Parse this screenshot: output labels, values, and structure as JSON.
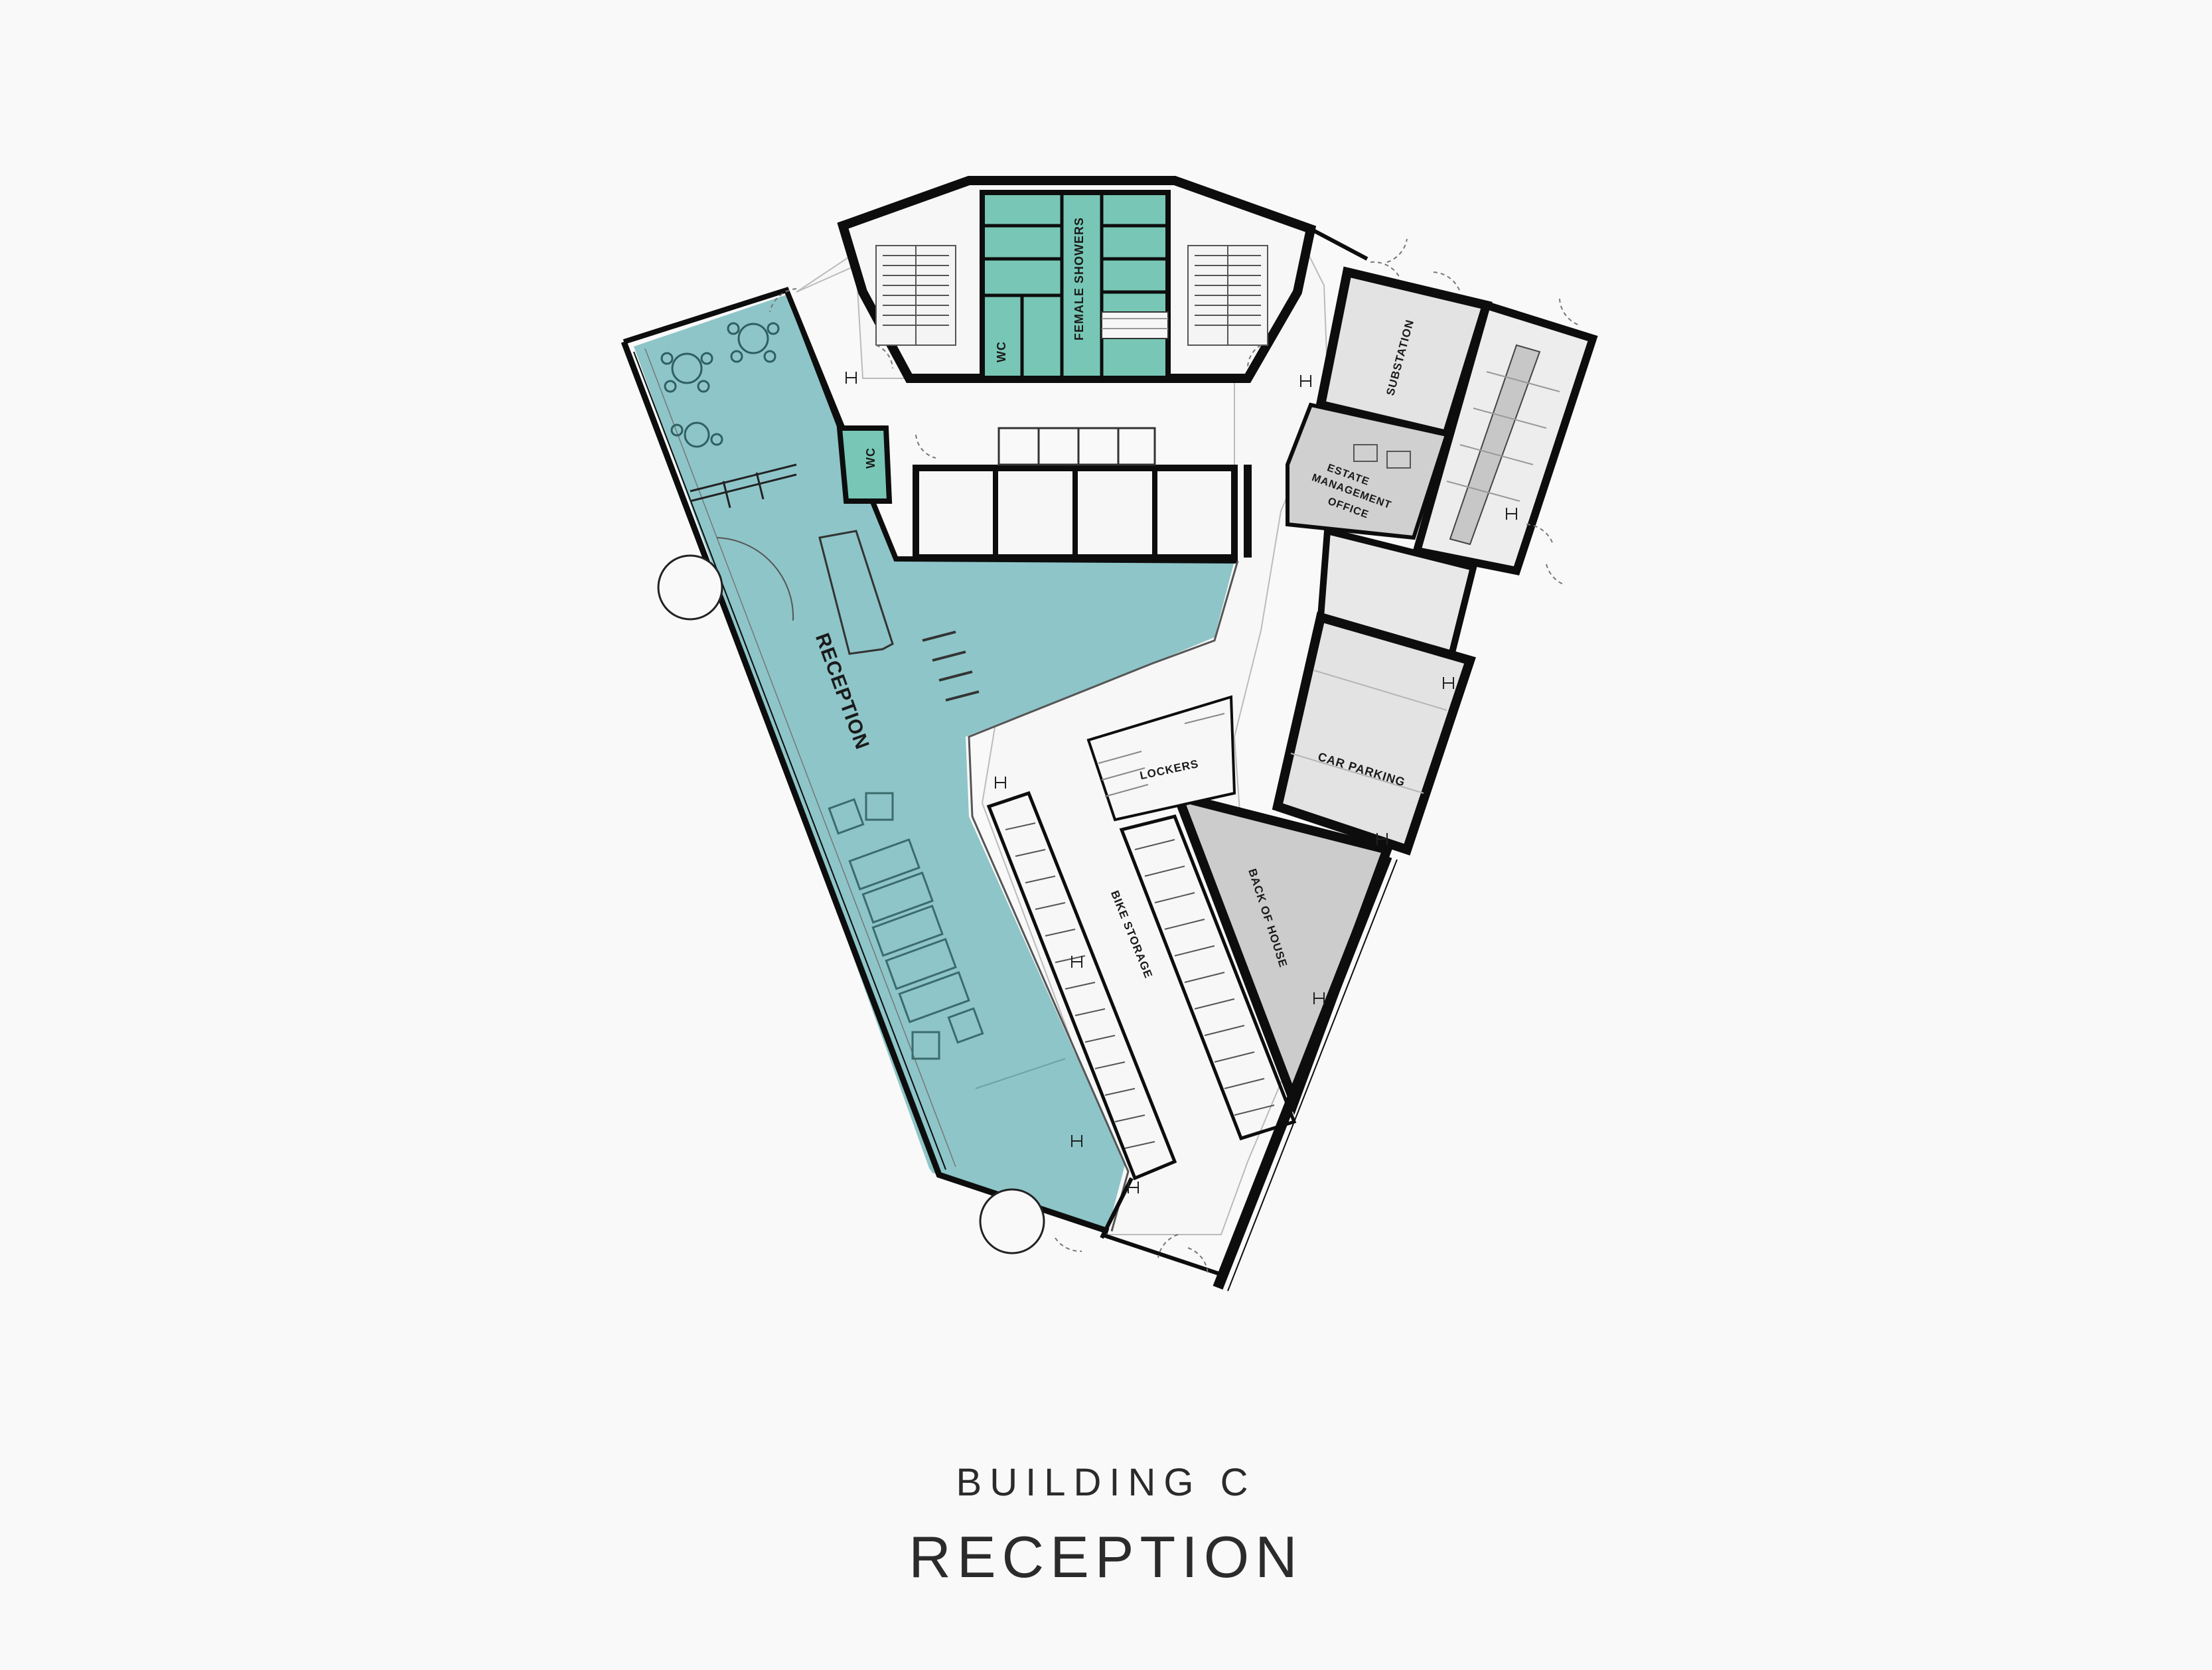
{
  "colors": {
    "background": "#f9f9f9",
    "reception": "#8ec5c8",
    "wet_areas": "#78c7b6",
    "service_light": "#e3e3e3",
    "service_mid": "#d0d0d0",
    "wall": "#0d0d0d"
  },
  "caption": {
    "building": "BUILDING C",
    "level": "RECEPTION"
  },
  "rooms": {
    "reception": "RECEPTION",
    "female_showers": "FEMALE SHOWERS",
    "wc_upper": "WC",
    "wc_lower": "WC",
    "substation": "SUBSTATION",
    "estate_office_1": "ESTATE",
    "estate_office_2": "MANAGEMENT",
    "estate_office_3": "OFFICE",
    "car_parking": "CAR PARKING",
    "lockers": "LOCKERS",
    "bike_storage": "BIKE STORAGE",
    "back_of_house": "BACK OF HOUSE"
  },
  "icons": [
    "stair-icon",
    "door-swing-icon",
    "table-chairs-icon",
    "sofa-icon",
    "bike-rack-icon",
    "fire-hydrant-icon"
  ]
}
